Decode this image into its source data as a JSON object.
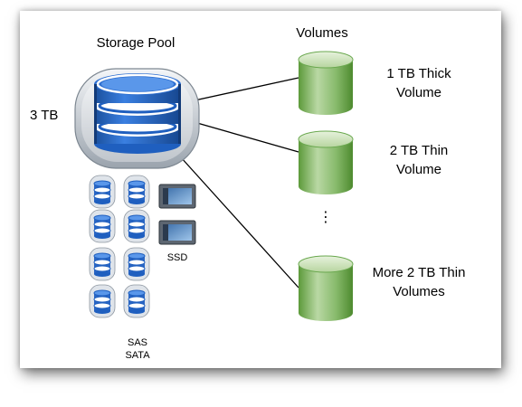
{
  "pool": {
    "title": "Storage Pool",
    "capacity": "3 TB"
  },
  "volumes_header": "Volumes",
  "volumes": [
    {
      "line1": "1 TB Thick",
      "line2": "Volume"
    },
    {
      "line1": "2 TB Thin",
      "line2": "Volume"
    },
    {
      "line1": "More 2 TB Thin",
      "line2": "Volumes"
    }
  ],
  "ellipsis": "⋮",
  "drives": {
    "hdd_label_1": "SAS",
    "hdd_label_2": "SATA",
    "ssd_label": "SSD"
  },
  "colors": {
    "pool_blue": "#1f5fbf",
    "volume_green": "#6aa84f",
    "volume_light": "#d9ead3"
  }
}
